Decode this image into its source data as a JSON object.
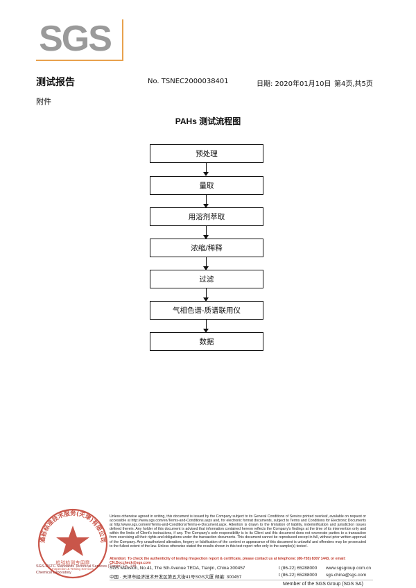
{
  "logo": {
    "text": "SGS"
  },
  "header": {
    "title": "测试报告",
    "report_no": "No. TSNEC2000038401",
    "date": "日期: 2020年01月10日",
    "page": "第4页,共5页"
  },
  "attachment": "附件",
  "flowchart": {
    "title": "PAHs 测试流程图",
    "steps": [
      "预处理",
      "量取",
      "用溶剂萃取",
      "浓缩/稀释",
      "过滤",
      "气相色谱-质谱联用仪",
      "数据"
    ]
  },
  "seal": {
    "ring_text": "通标标准技术服务(天津)有限公司",
    "center_text": "检验检测专用章",
    "sub_text": "Inspection & Testing Services",
    "lab_line1": "SGS-CSTC Standards Technical Services (Tianjin) Co., Ltd.",
    "lab_line2": "Chemical Laboratory"
  },
  "footer": {
    "terms": "Unless otherwise agreed in writing, this document is issued by the Company subject to its General Conditions of Service printed overleaf, available on request or accessible at http://www.sgs.com/en/Terms-and-Conditions.aspx and, for electronic format documents, subject to Terms and Conditions for Electronic Documents at http://www.sgs.com/en/Terms-and-Conditions/Terms-e-Document.aspx. Attention is drawn to the limitation of liability, indemnification and jurisdiction issues defined therein. Any holder of this document is advised that information contained hereon reflects the Company's findings at the time of its intervention only and within the limits of Client's instructions, if any. The Company's sole responsibility is to its Client and this document does not exonerate parties to a transaction from exercising all their rights and obligations under the transaction documents. This document cannot be reproduced except in full, without prior written approval of the Company. Any unauthorized alteration, forgery or falsification of the content or appearance of this document is unlawful and offenders may be prosecuted to the fullest extent of the law. Unless otherwise stated the results shown in this test report refer only to the sample(s) tested .",
    "attention": "Attention: To check the authenticity of testing /inspection report & certificate, please contact us at telephone: (86-755) 8307 1443, or email: CN.Doccheck@sgs.com",
    "address_en": "SGS Mansion, No.41, The 5th Avenue TEDA, Tianjin, China  300457",
    "address_cn": "中国 · 天津市经济技术开发区第五大街41号SGS大厦      邮编: 300457",
    "tel_en": "t (86-22) 65288000",
    "tel_cn": "t (86-22) 65288000",
    "web": "www.sgsgroup.com.cn",
    "email": "sgs.china@sgs.com",
    "member": "Member of the SGS Group (SGS SA)"
  },
  "colors": {
    "logo_gray": "#9a9a9a",
    "logo_accent": "#e8a14d",
    "seal_red": "#c0392b"
  }
}
